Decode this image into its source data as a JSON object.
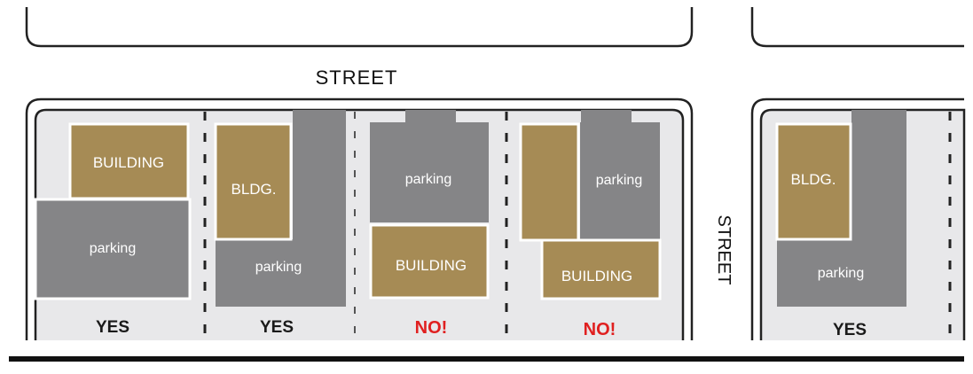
{
  "streets": {
    "top_label": "STREET",
    "right_label": "STREET"
  },
  "colors": {
    "building": "#A68B55",
    "parking": "#858587",
    "lot_background": "#E8E8EA",
    "yes": "#1A1A1A",
    "no": "#E02020",
    "block_outline": "#222222"
  },
  "lots": [
    {
      "building_label": "BUILDING",
      "parking_label": "parking",
      "verdict": "YES",
      "verdict_type": "yes"
    },
    {
      "building_label": "BLDG.",
      "parking_label": "parking",
      "verdict": "YES",
      "verdict_type": "yes"
    },
    {
      "building_label": "BUILDING",
      "parking_label": "parking",
      "verdict": "NO!",
      "verdict_type": "no"
    },
    {
      "building_label": "BUILDING",
      "parking_label": "parking",
      "verdict": "NO!",
      "verdict_type": "no"
    },
    {
      "building_label": "BLDG.",
      "parking_label": "parking",
      "verdict": "YES",
      "verdict_type": "yes"
    }
  ]
}
